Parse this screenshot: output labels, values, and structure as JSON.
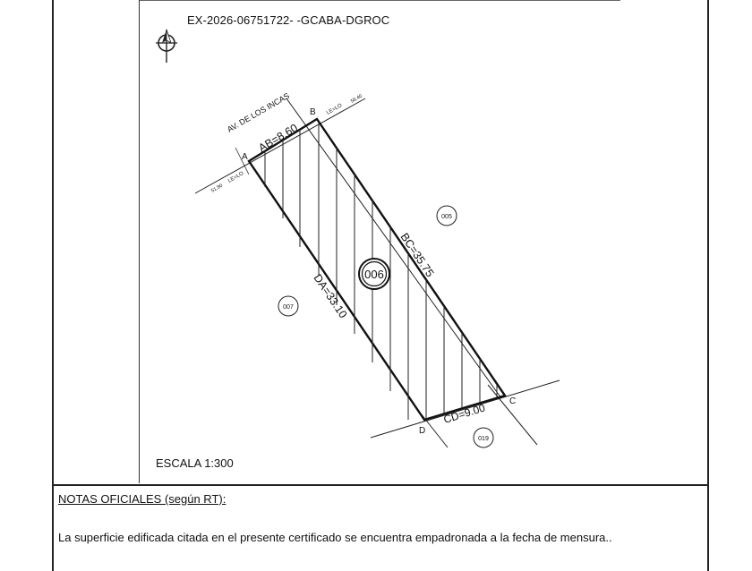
{
  "header": {
    "expediente": "EX-2026-06751722- -GCABA-DGROC"
  },
  "plan": {
    "street": "AV. DE LOS INCAS",
    "vertices": {
      "a": "A",
      "b": "B",
      "c": "C",
      "d": "D"
    },
    "dimensions": {
      "ab": "AB=8.60",
      "bc": "BC=35.75",
      "cd": "CD=9.00",
      "da": "DA=33.10"
    },
    "line_marks": {
      "left": "LE=LO",
      "left_num": "51.80",
      "right": "LE=LO",
      "right_num": "58.40"
    },
    "parcels": {
      "main": "006",
      "east": "005",
      "west": "007",
      "south": "019"
    },
    "scale": "ESCALA 1:300"
  },
  "notes": {
    "title": "NOTAS OFICIALES (según RT):",
    "text": "La superficie edificada citada en el presente certificado se encuentra empadronada a la fecha de mensura.."
  }
}
